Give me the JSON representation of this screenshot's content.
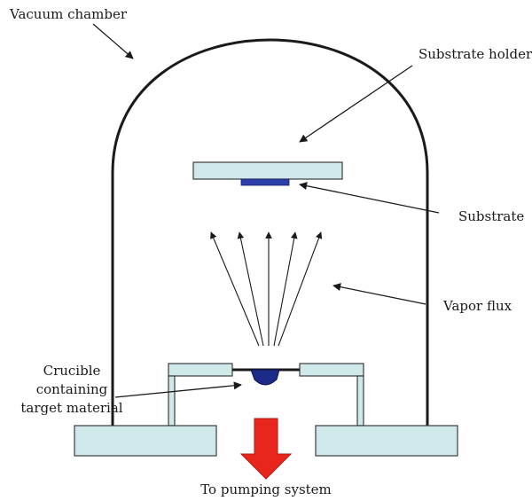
{
  "labels": {
    "vacuum_chamber": "Vacuum chamber",
    "substrate_holder": "Substrate holder",
    "substrate": "Substrate",
    "vapor_flux": "Vapor flux",
    "crucible_line1": "Crucible",
    "crucible_line2": "containing",
    "crucible_line3": "target material",
    "pumping": "To pumping system"
  },
  "colors": {
    "chamber_wall": "#1a1a1a",
    "component_fill": "#cfe8ea",
    "substrate": "#2b3fa8",
    "crucible": "#1c2a8a",
    "pump_arrow": "#e8261e"
  }
}
